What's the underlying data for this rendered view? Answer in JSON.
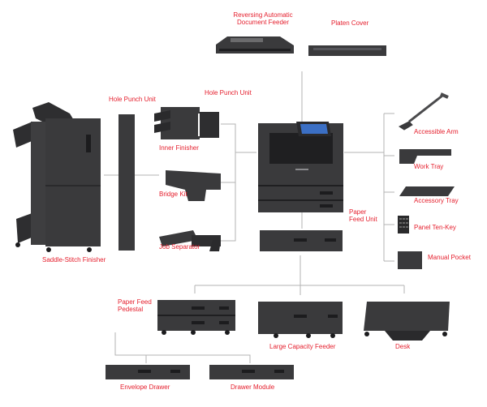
{
  "diagram": {
    "accent_color": "#e5202e",
    "line_color": "#b3b3b3",
    "device_color": "#3a3a3c",
    "labels": {
      "reversing_adf_1": "Reversing Automatic",
      "reversing_adf_2": "Document Feeder",
      "platen_cover": "Platen Cover",
      "hole_punch_left": "Hole Punch Unit",
      "hole_punch_right": "Hole Punch Unit",
      "inner_finisher": "Inner Finisher",
      "bridge_kit": "Bridge Kit",
      "job_separator": "Job Separator",
      "saddle_stitch": "Saddle-Stitch Finisher",
      "paper_feed_unit_1": "Paper",
      "paper_feed_unit_2": "Feed Unit",
      "accessible_arm": "Accessible Arm",
      "work_tray": "Work Tray",
      "accessory_tray": "Accessory Tray",
      "panel_tenkey": "Panel Ten-Key",
      "manual_pocket": "Manual Pocket",
      "pedestal_1": "Paper Feed",
      "pedestal_2": "Pedestal",
      "lcf": "Large Capacity Feeder",
      "desk": "Desk",
      "envelope_drawer": "Envelope Drawer",
      "drawer_module": "Drawer Module"
    }
  }
}
